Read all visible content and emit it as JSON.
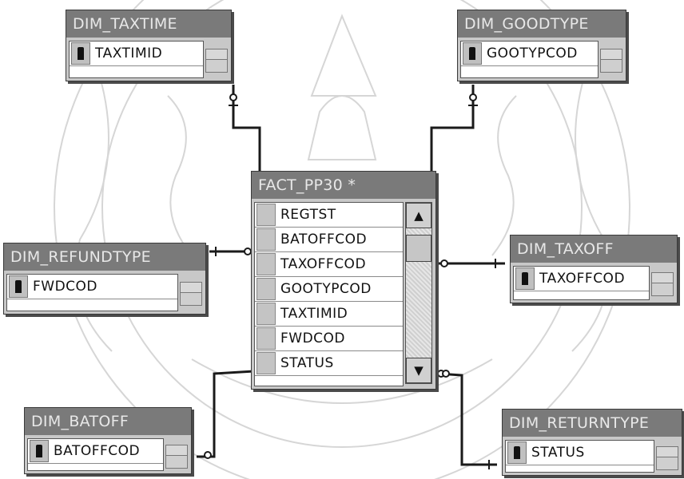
{
  "diagram": {
    "tables": {
      "dim_taxtime": {
        "title": "DIM_TAXTIME",
        "columns": [
          "TAXTIMID"
        ]
      },
      "dim_goodtype": {
        "title": "DIM_GOODTYPE",
        "columns": [
          "GOOTYPCOD"
        ]
      },
      "dim_refundtype": {
        "title": "DIM_REFUNDTYPE",
        "columns": [
          "FWDCOD"
        ]
      },
      "dim_taxoff": {
        "title": "DIM_TAXOFF",
        "columns": [
          "TAXOFFCOD"
        ]
      },
      "dim_batoff": {
        "title": "DIM_BATOFF",
        "columns": [
          "BATOFFCOD"
        ]
      },
      "dim_returntype": {
        "title": "DIM_RETURNTYPE",
        "columns": [
          "STATUS"
        ]
      },
      "fact_pp30": {
        "title": "FACT_PP30 *",
        "columns": [
          "REGTST",
          "BATOFFCOD",
          "TAXOFFCOD",
          "GOOTYPCOD",
          "TAXTIMID",
          "FWDCOD",
          "STATUS"
        ]
      }
    },
    "scroll": {
      "up_symbol": "▲",
      "down_symbol": "▼"
    },
    "colors": {
      "title_bar": "#7a7a7a",
      "frame": "#c8c8c8",
      "line": "#1a1a1a"
    }
  }
}
